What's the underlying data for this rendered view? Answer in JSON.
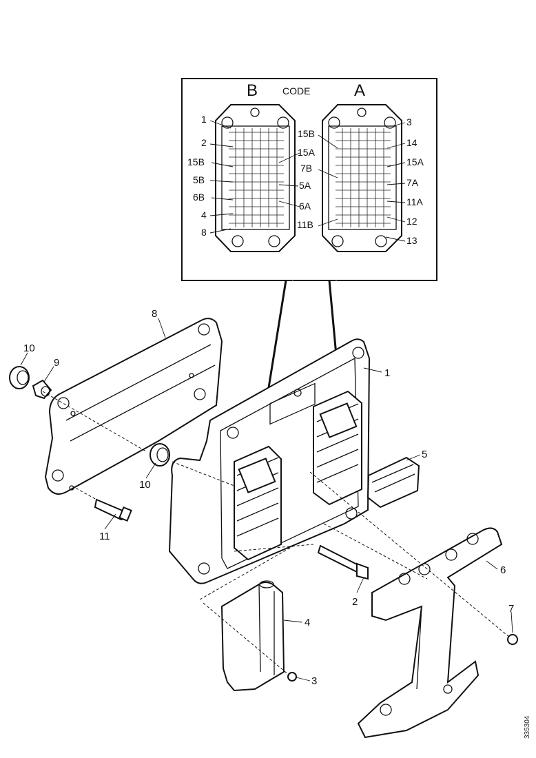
{
  "inset": {
    "left_header": "B",
    "center_header": "CODE",
    "right_header": "A",
    "left_labels": [
      "1",
      "2",
      "15B",
      "5B",
      "6B",
      "4",
      "8"
    ],
    "middle_labels": [
      "15A",
      "5A",
      "6A"
    ],
    "right_mid_labels": [
      "15B",
      "7B",
      "11B"
    ],
    "right_labels": [
      "3",
      "14",
      "15A",
      "7A",
      "11A",
      "12",
      "13"
    ]
  },
  "parts": {
    "p8": "8",
    "p10a": "10",
    "p9": "9",
    "p10b": "10",
    "p11": "11",
    "p1": "1",
    "p5": "5",
    "p6": "6",
    "p2": "2",
    "p7": "7",
    "p4": "4",
    "p3": "3"
  },
  "reference": "335304"
}
